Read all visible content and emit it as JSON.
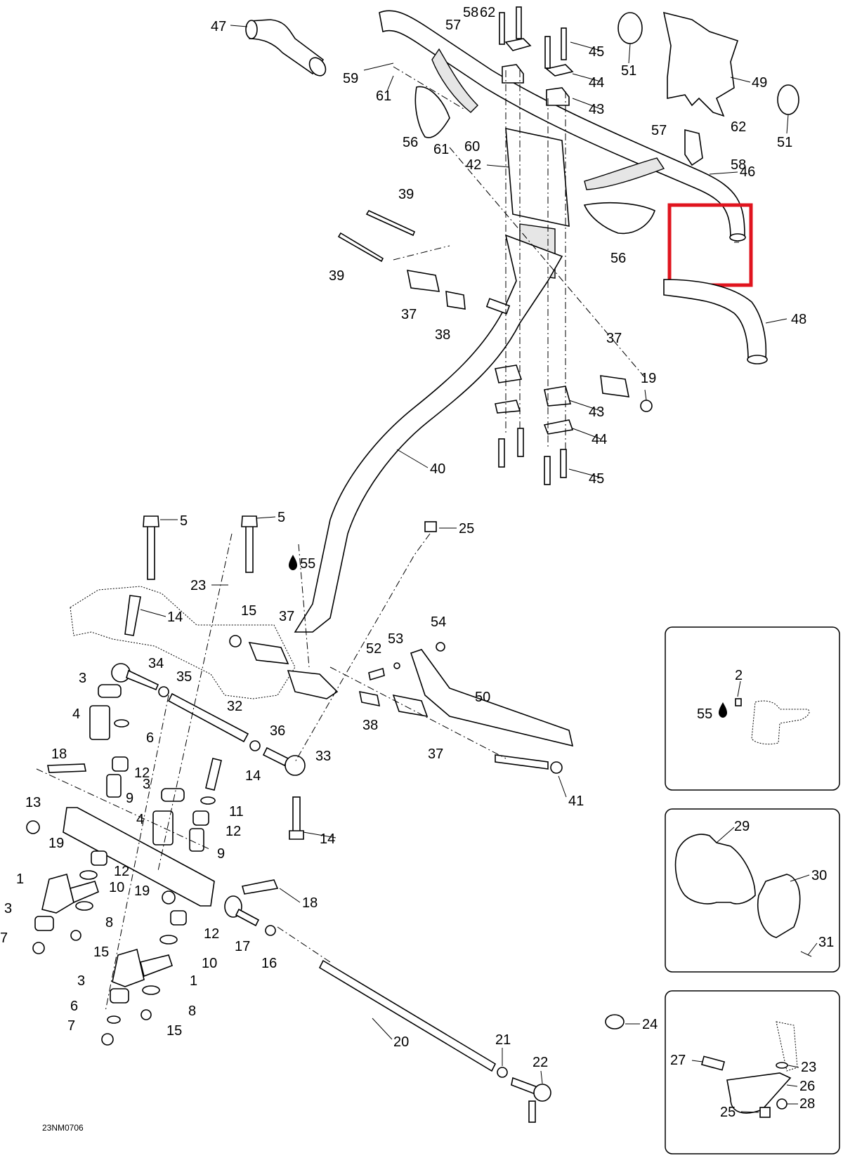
{
  "diagram_code": "23NM0706",
  "highlight_color": "#e0141e",
  "callouts": {
    "c47": "47",
    "c59": "59",
    "c61a": "61",
    "c56a": "56",
    "c61b": "61",
    "c60": "60",
    "c57a": "57",
    "c58a": "58",
    "c62a": "62",
    "c45a": "45",
    "c44a": "44",
    "c43a": "43",
    "c42": "42",
    "c51a": "51",
    "c49": "49",
    "c51b": "51",
    "c57b": "57",
    "c62b": "62",
    "c58b": "58",
    "c46": "46",
    "c56b": "56",
    "c48": "48",
    "c39a": "39",
    "c39b": "39",
    "c37a": "37",
    "c38a": "38",
    "c37b": "37",
    "c19a": "19",
    "c43b": "43",
    "c44b": "44",
    "c45b": "45",
    "c40": "40",
    "c25a": "25",
    "c5a": "5",
    "c5b": "5",
    "c55a": "55",
    "c23a": "23",
    "c14a": "14",
    "c15a": "15",
    "c37c": "37",
    "c54": "54",
    "c53": "53",
    "c52": "52",
    "c34": "34",
    "c3a": "3",
    "c35": "35",
    "c32": "32",
    "c4a": "4",
    "c6a": "6",
    "c38b": "38",
    "c50": "50",
    "c37d": "37",
    "c36": "36",
    "c18a": "18",
    "c12a": "12",
    "c14b": "14",
    "c33": "33",
    "c9a": "9",
    "c3b": "3",
    "c11": "11",
    "c13": "13",
    "c4b": "4",
    "c12b": "12",
    "c19b": "19",
    "c9b": "9",
    "c41": "41",
    "c14c": "14",
    "c1a": "1",
    "c12c": "12",
    "c10a": "10",
    "c19c": "19",
    "c18b": "18",
    "c3c": "3",
    "c8a": "8",
    "c7a": "7",
    "c15b": "15",
    "c12d": "12",
    "c17": "17",
    "c16": "16",
    "c10b": "10",
    "c1b": "1",
    "c3d": "3",
    "c6b": "6",
    "c8b": "8",
    "c7b": "7",
    "c15c": "15",
    "c20": "20",
    "c21": "21",
    "c22": "22",
    "c2": "2",
    "c55b": "55",
    "c29": "29",
    "c30": "30",
    "c31": "31",
    "c24": "24",
    "c27": "27",
    "c23b": "23",
    "c26": "26",
    "c25b": "25",
    "c28": "28"
  }
}
